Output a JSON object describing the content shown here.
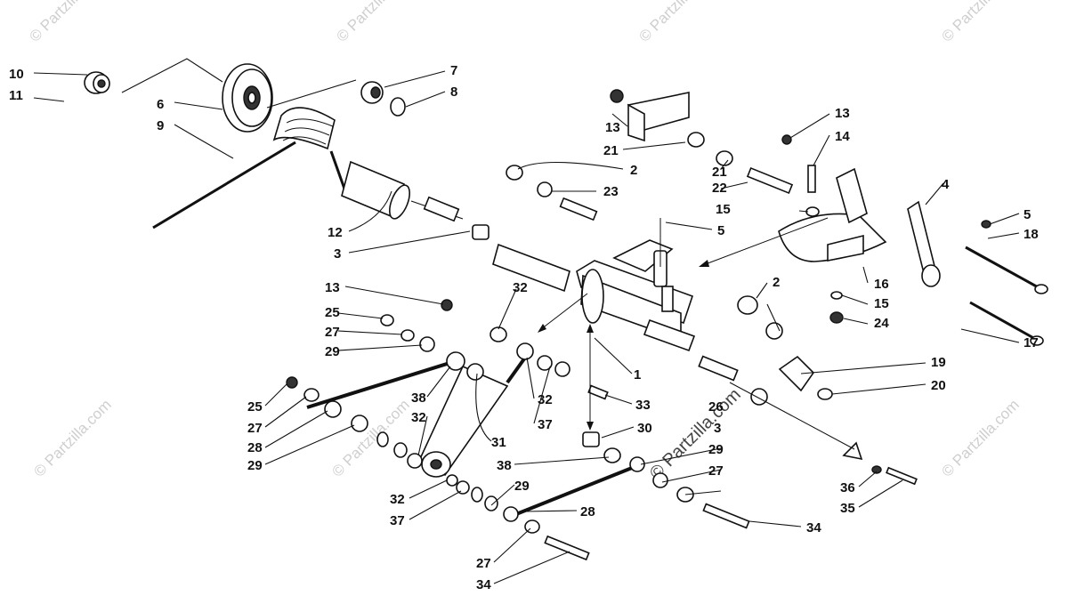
{
  "watermark": {
    "text": "© Partzilla.com",
    "center_text": "© Partzilla.com"
  },
  "callouts": {
    "c1": "1",
    "c2a": "2",
    "c2b": "2",
    "c3a": "3",
    "c3b": "3",
    "c4": "4",
    "c5a": "5",
    "c5b": "5",
    "c6": "6",
    "c7": "7",
    "c8": "8",
    "c9": "9",
    "c10": "10",
    "c11": "11",
    "c12": "12",
    "c13a": "13",
    "c13b": "13",
    "c13c": "13",
    "c14": "14",
    "c15a": "15",
    "c15b": "15",
    "c16": "16",
    "c17": "17",
    "c18": "18",
    "c19": "19",
    "c20": "20",
    "c21a": "21",
    "c21b": "21",
    "c22": "22",
    "c23": "23",
    "c24": "24",
    "c25a": "25",
    "c25b": "25",
    "c26": "26",
    "c27a": "27",
    "c27b": "27",
    "c27c": "27",
    "c27d": "27",
    "c28a": "28",
    "c28b": "28",
    "c29a": "29",
    "c29b": "29",
    "c29c": "29",
    "c29d": "29",
    "c30": "30",
    "c31": "31",
    "c32a": "32",
    "c32b": "32",
    "c32c": "32",
    "c32d": "32",
    "c33": "33",
    "c34a": "34",
    "c34b": "34",
    "c35": "35",
    "c36": "36",
    "c37a": "37",
    "c37b": "37",
    "c38a": "38",
    "c38b": "38"
  }
}
